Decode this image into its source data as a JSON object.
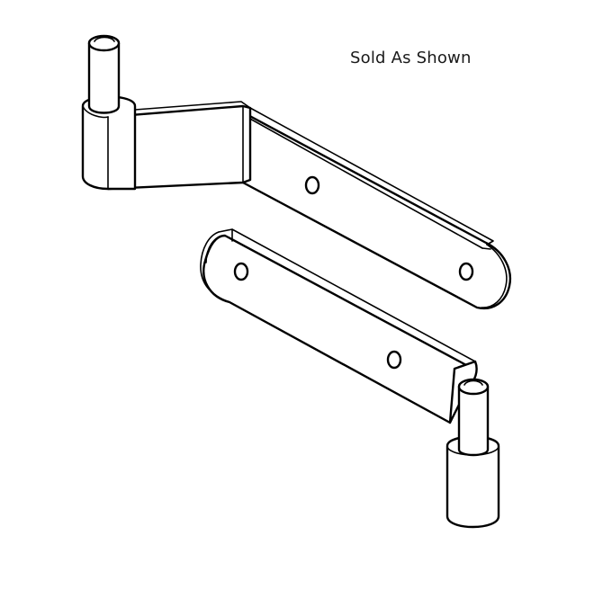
{
  "caption": "Sold As Shown",
  "colors": {
    "line": "#000000",
    "background": "#ffffff",
    "text": "#1a1a1a"
  },
  "parts": [
    "pintle-hinge-upper",
    "strap-hinge-lower"
  ]
}
